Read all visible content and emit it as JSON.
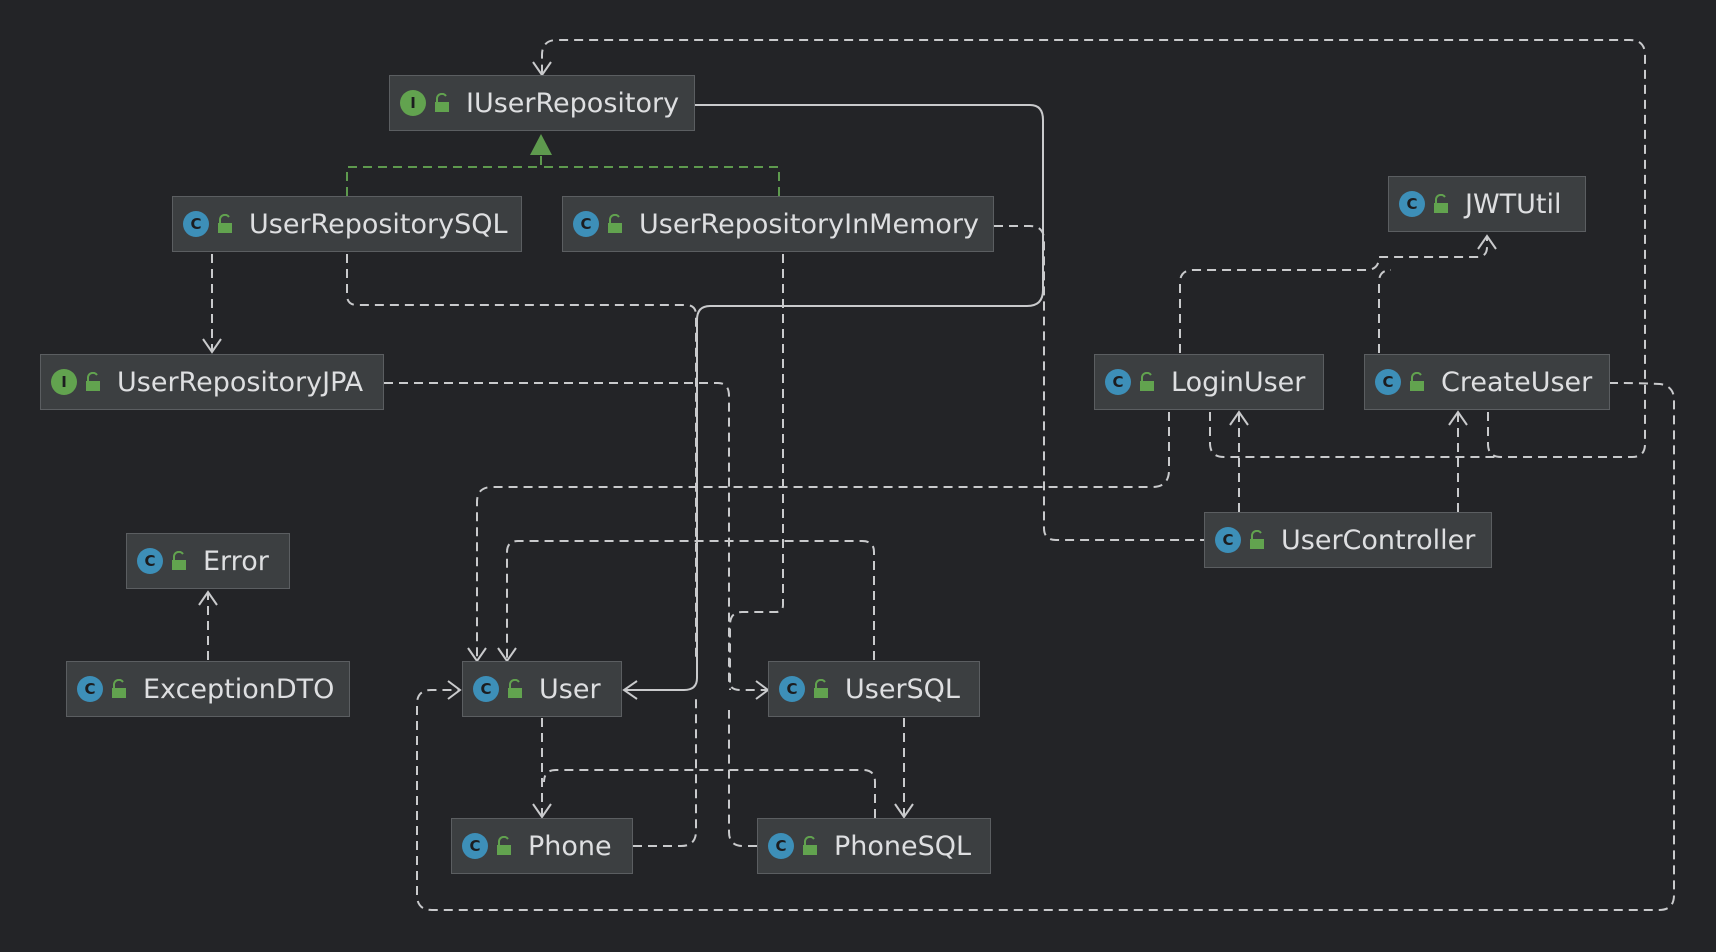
{
  "nodes": [
    {
      "key": "iuserrepo",
      "name": "IUserRepository",
      "kind": "I"
    },
    {
      "key": "reposql",
      "name": "UserRepositorySQL",
      "kind": "C"
    },
    {
      "key": "repomem",
      "name": "UserRepositoryInMemory",
      "kind": "C"
    },
    {
      "key": "jwt",
      "name": "JWTUtil",
      "kind": "C"
    },
    {
      "key": "repojpa",
      "name": "UserRepositoryJPA",
      "kind": "I"
    },
    {
      "key": "login",
      "name": "LoginUser",
      "kind": "C"
    },
    {
      "key": "create",
      "name": "CreateUser",
      "kind": "C"
    },
    {
      "key": "controller",
      "name": "UserController",
      "kind": "C"
    },
    {
      "key": "error",
      "name": "Error",
      "kind": "C"
    },
    {
      "key": "exdto",
      "name": "ExceptionDTO",
      "kind": "C"
    },
    {
      "key": "user",
      "name": "User",
      "kind": "C"
    },
    {
      "key": "usersql",
      "name": "UserSQL",
      "kind": "C"
    },
    {
      "key": "phone",
      "name": "Phone",
      "kind": "C"
    },
    {
      "key": "phonesql",
      "name": "PhoneSQL",
      "kind": "C"
    }
  ]
}
